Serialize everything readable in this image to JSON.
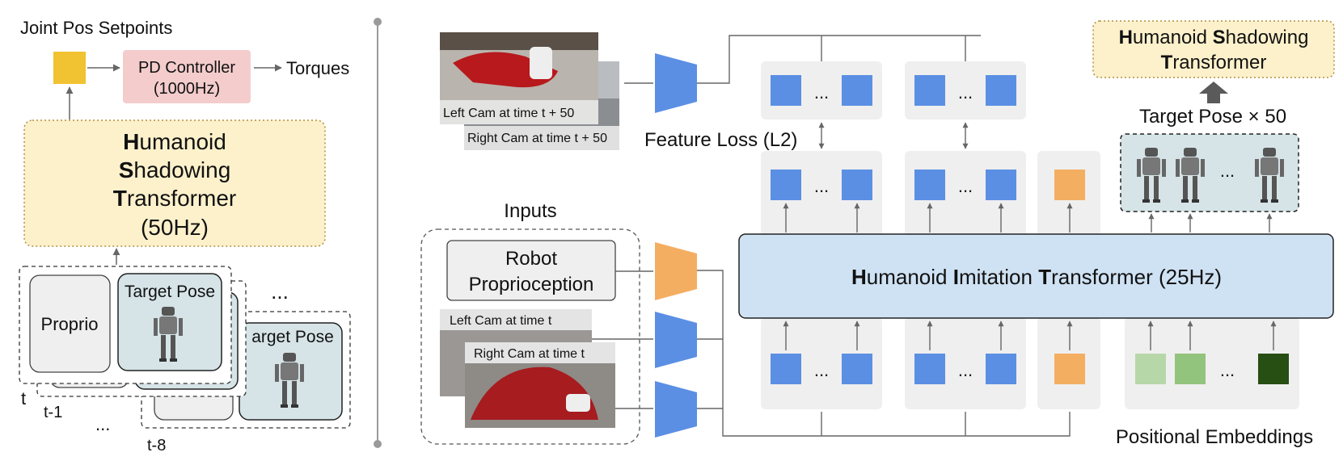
{
  "left": {
    "setpoints_label": "Joint Pos Setpoints",
    "pd_line1": "PD Controller",
    "pd_line2": "(1000Hz)",
    "torques": "Torques",
    "hst_line1": "umanoid",
    "hst_line2": "hadowing",
    "hst_line3": "ransformer",
    "hst_line4": "(50Hz)",
    "hst_initials": [
      "H",
      "S",
      "T"
    ],
    "proprio": "Proprio",
    "target_pose": "Target Pose",
    "target_pose_back": "arget Pose",
    "ellipsis_top": "...",
    "ellipsis_bottom": "...",
    "t": "t",
    "t_minus_1": "t-1",
    "t_minus_8": "t-8"
  },
  "right": {
    "left_cam_future": "Left Cam at time t + 50",
    "right_cam_future": "Right Cam at time t + 50",
    "feature_loss": "Feature Loss (L2)",
    "inputs": "Inputs",
    "robot_line1": "Robot",
    "robot_line2": "Proprioception",
    "left_cam_now": "Left Cam at time t",
    "right_cam_now": "Right Cam at time t",
    "hit_initials": [
      "H",
      "I",
      "T"
    ],
    "hit_words": [
      "umanoid ",
      "mitation ",
      "ransformer (25Hz)"
    ],
    "hst_title_initials": [
      "H",
      "S",
      "T"
    ],
    "hst_title_words": [
      "umanoid  ",
      "hadowing",
      "ransformer"
    ],
    "target_pose_x50": "Target Pose × 50",
    "positional_embeddings": "Positional Embeddings",
    "ellipsis": "..."
  },
  "colors": {
    "token_blue": "#5b8fe4",
    "token_orange": "#f4ae61",
    "hst_fill": "#fcf1cb",
    "hit_fill": "#cfe2f3",
    "pd_fill": "#f4cccc",
    "setpoint": "#f1c232",
    "pose_fill": "#d6e4e7",
    "green_light": "#b6d7a8",
    "green_mid": "#93c47d",
    "green_dark": "#274e13"
  }
}
